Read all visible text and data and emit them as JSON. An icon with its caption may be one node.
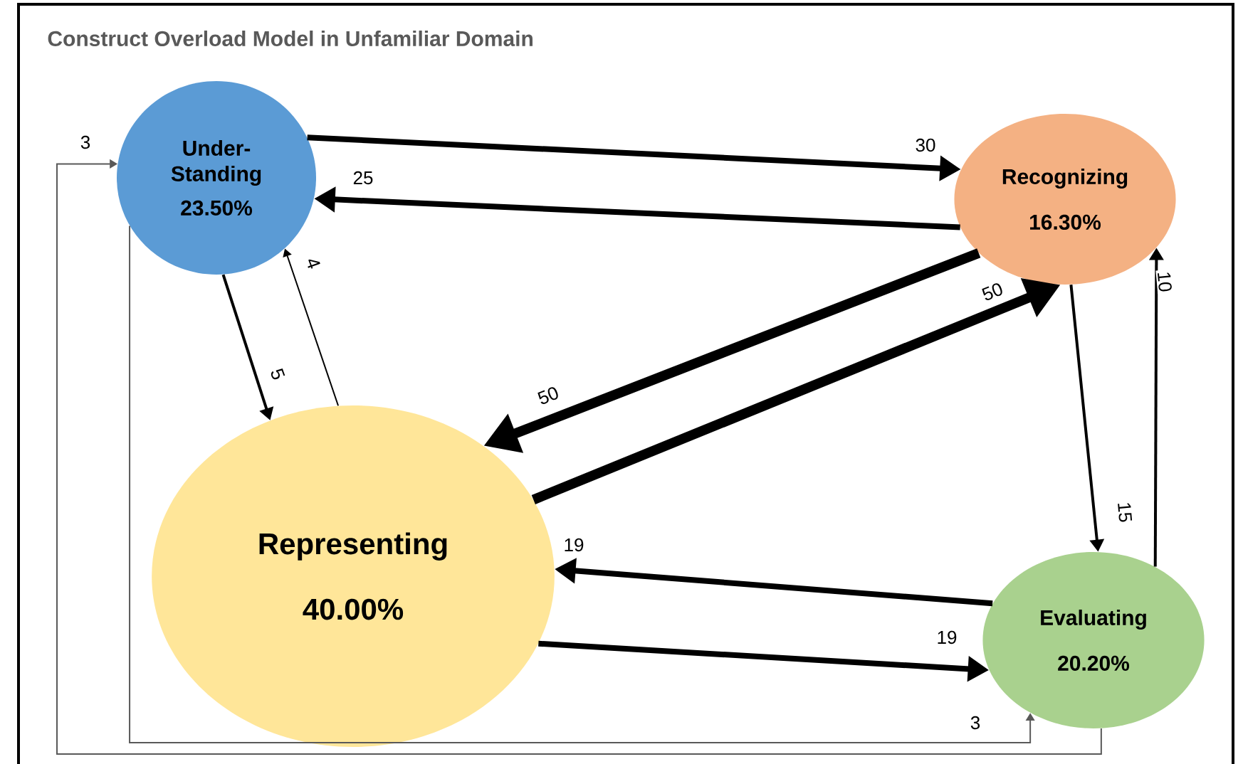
{
  "diagram": {
    "title": "Construct Overload Model in Unfamiliar Domain",
    "nodes": [
      {
        "text": [
          "Under- Standing",
          "23.50%"
        ]
      },
      {
        "text": [
          "Recognizing",
          "16.30%"
        ]
      },
      {
        "text": [
          "Representing",
          "40.00%"
        ]
      },
      {
        "text": [
          "Evaluating",
          "20.20%"
        ]
      }
    ],
    "edges": [
      {
        "from": 0,
        "to": 1,
        "arrow": "to",
        "label": "30",
        "style": "thick"
      },
      {
        "from": 1,
        "to": 0,
        "arrow": "to",
        "label": "25",
        "style": "thick"
      },
      {
        "from": 0,
        "to": 2,
        "arrow": "to",
        "label": "5"
      },
      {
        "from": 2,
        "to": 0,
        "arrow": "to",
        "label": "4"
      },
      {
        "from": 1,
        "to": 2,
        "arrow": "to",
        "label": "50",
        "style": "thick"
      },
      {
        "from": 2,
        "to": 1,
        "arrow": "to",
        "label": "50",
        "style": "thick"
      },
      {
        "from": 1,
        "to": 3,
        "arrow": "to",
        "label": "15"
      },
      {
        "from": 3,
        "to": 1,
        "arrow": "to",
        "label": "10"
      },
      {
        "from": 3,
        "to": 2,
        "arrow": "to",
        "label": "19",
        "style": "thick"
      },
      {
        "from": 2,
        "to": 3,
        "arrow": "to",
        "label": "19",
        "style": "thick"
      },
      {
        "from": 0,
        "to": 3,
        "arrow": "to",
        "label": "3",
        "color": "#595959"
      },
      {
        "from": 3,
        "to": 0,
        "arrow": "to",
        "label": "3",
        "color": "#595959"
      }
    ]
  }
}
